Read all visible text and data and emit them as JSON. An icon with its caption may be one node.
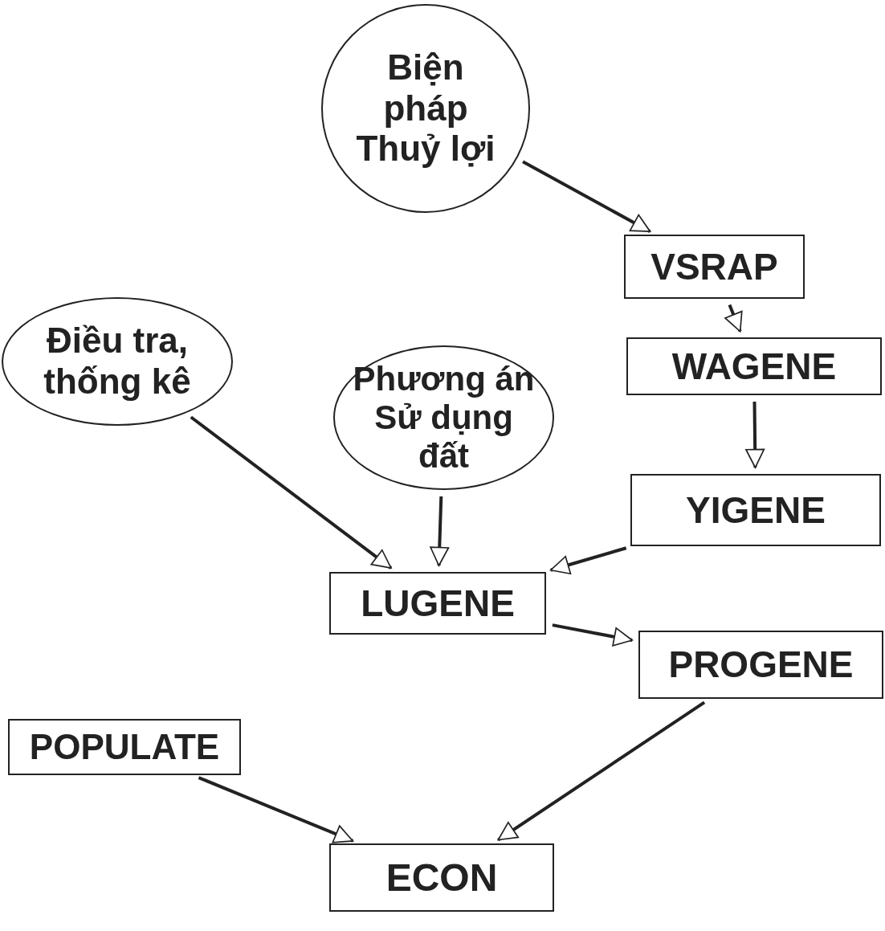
{
  "diagram": {
    "nodes": [
      {
        "text": [
          "Biện pháp Thuỷ lợi"
        ]
      },
      {
        "text": [
          "VSRAP"
        ]
      },
      {
        "text": [
          "WAGENE"
        ]
      },
      {
        "text": [
          "YIGENE"
        ]
      },
      {
        "text": [
          "Điều tra, thống kê"
        ]
      },
      {
        "text": [
          "Phương án Sử dụng đất"
        ]
      },
      {
        "text": [
          "LUGENE"
        ]
      },
      {
        "text": [
          "PROGENE"
        ]
      },
      {
        "text": [
          "POPULATE"
        ]
      },
      {
        "text": [
          "ECON"
        ]
      }
    ],
    "edges": [
      {
        "from": 0,
        "to": 1,
        "arrow": "to"
      },
      {
        "from": 1,
        "to": 2,
        "arrow": "to"
      },
      {
        "from": 2,
        "to": 3,
        "arrow": "to"
      },
      {
        "from": 4,
        "to": 6,
        "arrow": "to"
      },
      {
        "from": 5,
        "to": 6,
        "arrow": "to"
      },
      {
        "from": 3,
        "to": 6,
        "arrow": "to"
      },
      {
        "from": 6,
        "to": 7,
        "arrow": "to"
      },
      {
        "from": 8,
        "to": 9,
        "arrow": "to"
      },
      {
        "from": 7,
        "to": 9,
        "arrow": "to"
      }
    ]
  }
}
